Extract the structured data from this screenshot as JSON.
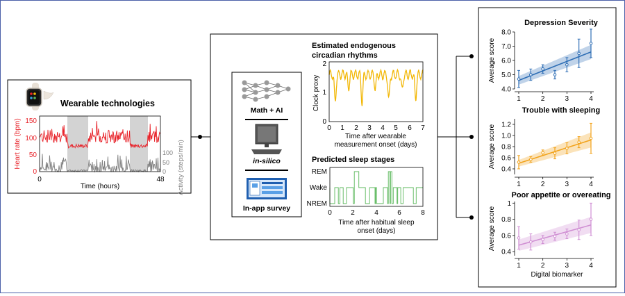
{
  "wearable": {
    "title": "Wearable technologies",
    "y_left_label": "Heart rate (bpm)",
    "y_right_label": "Activity (steps/min)",
    "x_label": "Time (hours)",
    "x_ticks": [
      "0",
      "48"
    ],
    "y_left_ticks": [
      "0",
      "50",
      "100",
      "150"
    ],
    "y_right_ticks": [
      "0",
      "50",
      "100"
    ],
    "colors": {
      "heart_rate": "#e8232a",
      "activity": "#808080",
      "sleep_shade": "#d3d3d3"
    }
  },
  "methods": {
    "math_ai_label": "Math + AI",
    "insilico_label": "in-silico",
    "survey_label": "In-app survey",
    "icons": [
      "neural-network-icon",
      "computer-icon",
      "survey-phone-icon"
    ]
  },
  "circadian": {
    "title_line1": "Estimated endogenous",
    "title_line2": "circadian rhythms",
    "y_label": "Clock proxy",
    "x_label_line1": "Time after wearable",
    "x_label_line2": "measurement onset (days)",
    "x_ticks": [
      "0",
      "1",
      "2",
      "3",
      "4",
      "5",
      "6",
      "7"
    ],
    "y_ticks": [
      "0",
      "1",
      "2"
    ],
    "color": "#f2b705"
  },
  "sleep": {
    "title": "Predicted sleep stages",
    "y_ticks": [
      "REM",
      "Wake",
      "NREM"
    ],
    "x_ticks": [
      "0",
      "2",
      "4",
      "6",
      "8"
    ],
    "x_label_line1": "Time after habitual sleep",
    "x_label_line2": "onset (days)",
    "color": "#5cb85c"
  },
  "chart_data": [
    {
      "type": "line",
      "title": "Depression Severity",
      "ylabel": "Average score",
      "xlabel": "",
      "ylim": [
        4.0,
        8.0
      ],
      "y_ticks": [
        "4.0",
        "5.0",
        "6.0",
        "7.0",
        "8.0"
      ],
      "x_ticks": [
        "1",
        "2",
        "3",
        "4"
      ],
      "color": "#2e6eb5",
      "x": [
        1,
        1.5,
        2,
        2.5,
        3,
        3.5,
        4
      ],
      "values": [
        4.7,
        5.0,
        5.4,
        5.0,
        5.7,
        6.5,
        7.2
      ],
      "err": [
        0.6,
        0.4,
        0.3,
        0.3,
        0.5,
        1.0,
        1.0
      ],
      "fit": [
        4.6,
        6.6
      ]
    },
    {
      "type": "line",
      "title": "Trouble with sleeping",
      "ylabel": "Average score",
      "xlabel": "",
      "ylim": [
        0.3,
        1.3
      ],
      "y_ticks": [
        "0.4",
        "0.6",
        "0.8",
        "1.0",
        "1.2"
      ],
      "x_ticks": [
        "1",
        "2",
        "3",
        "4"
      ],
      "color": "#f2a31b",
      "x": [
        1,
        1.5,
        2,
        2.5,
        3,
        3.5,
        4
      ],
      "values": [
        0.52,
        0.57,
        0.69,
        0.68,
        0.77,
        0.88,
        0.95
      ],
      "err": [
        0.12,
        0.05,
        0.05,
        0.1,
        0.1,
        0.1,
        0.27
      ],
      "fit": [
        0.5,
        0.92
      ]
    },
    {
      "type": "line",
      "title": "Poor appetite or overeating",
      "ylabel": "Average score",
      "xlabel": "Digital biomarker",
      "ylim": [
        0.35,
        1.02
      ],
      "y_ticks": [
        "0.4",
        "0.6",
        "0.8",
        "1"
      ],
      "x_ticks": [
        "1",
        "2",
        "3",
        "4"
      ],
      "color": "#d08fd3",
      "x": [
        1,
        1.5,
        2,
        2.5,
        3,
        3.5,
        4
      ],
      "values": [
        0.57,
        0.52,
        0.55,
        0.59,
        0.62,
        0.67,
        0.8
      ],
      "err": [
        0.14,
        0.1,
        0.05,
        0.05,
        0.06,
        0.12,
        0.2
      ],
      "fit": [
        0.48,
        0.73
      ]
    }
  ]
}
